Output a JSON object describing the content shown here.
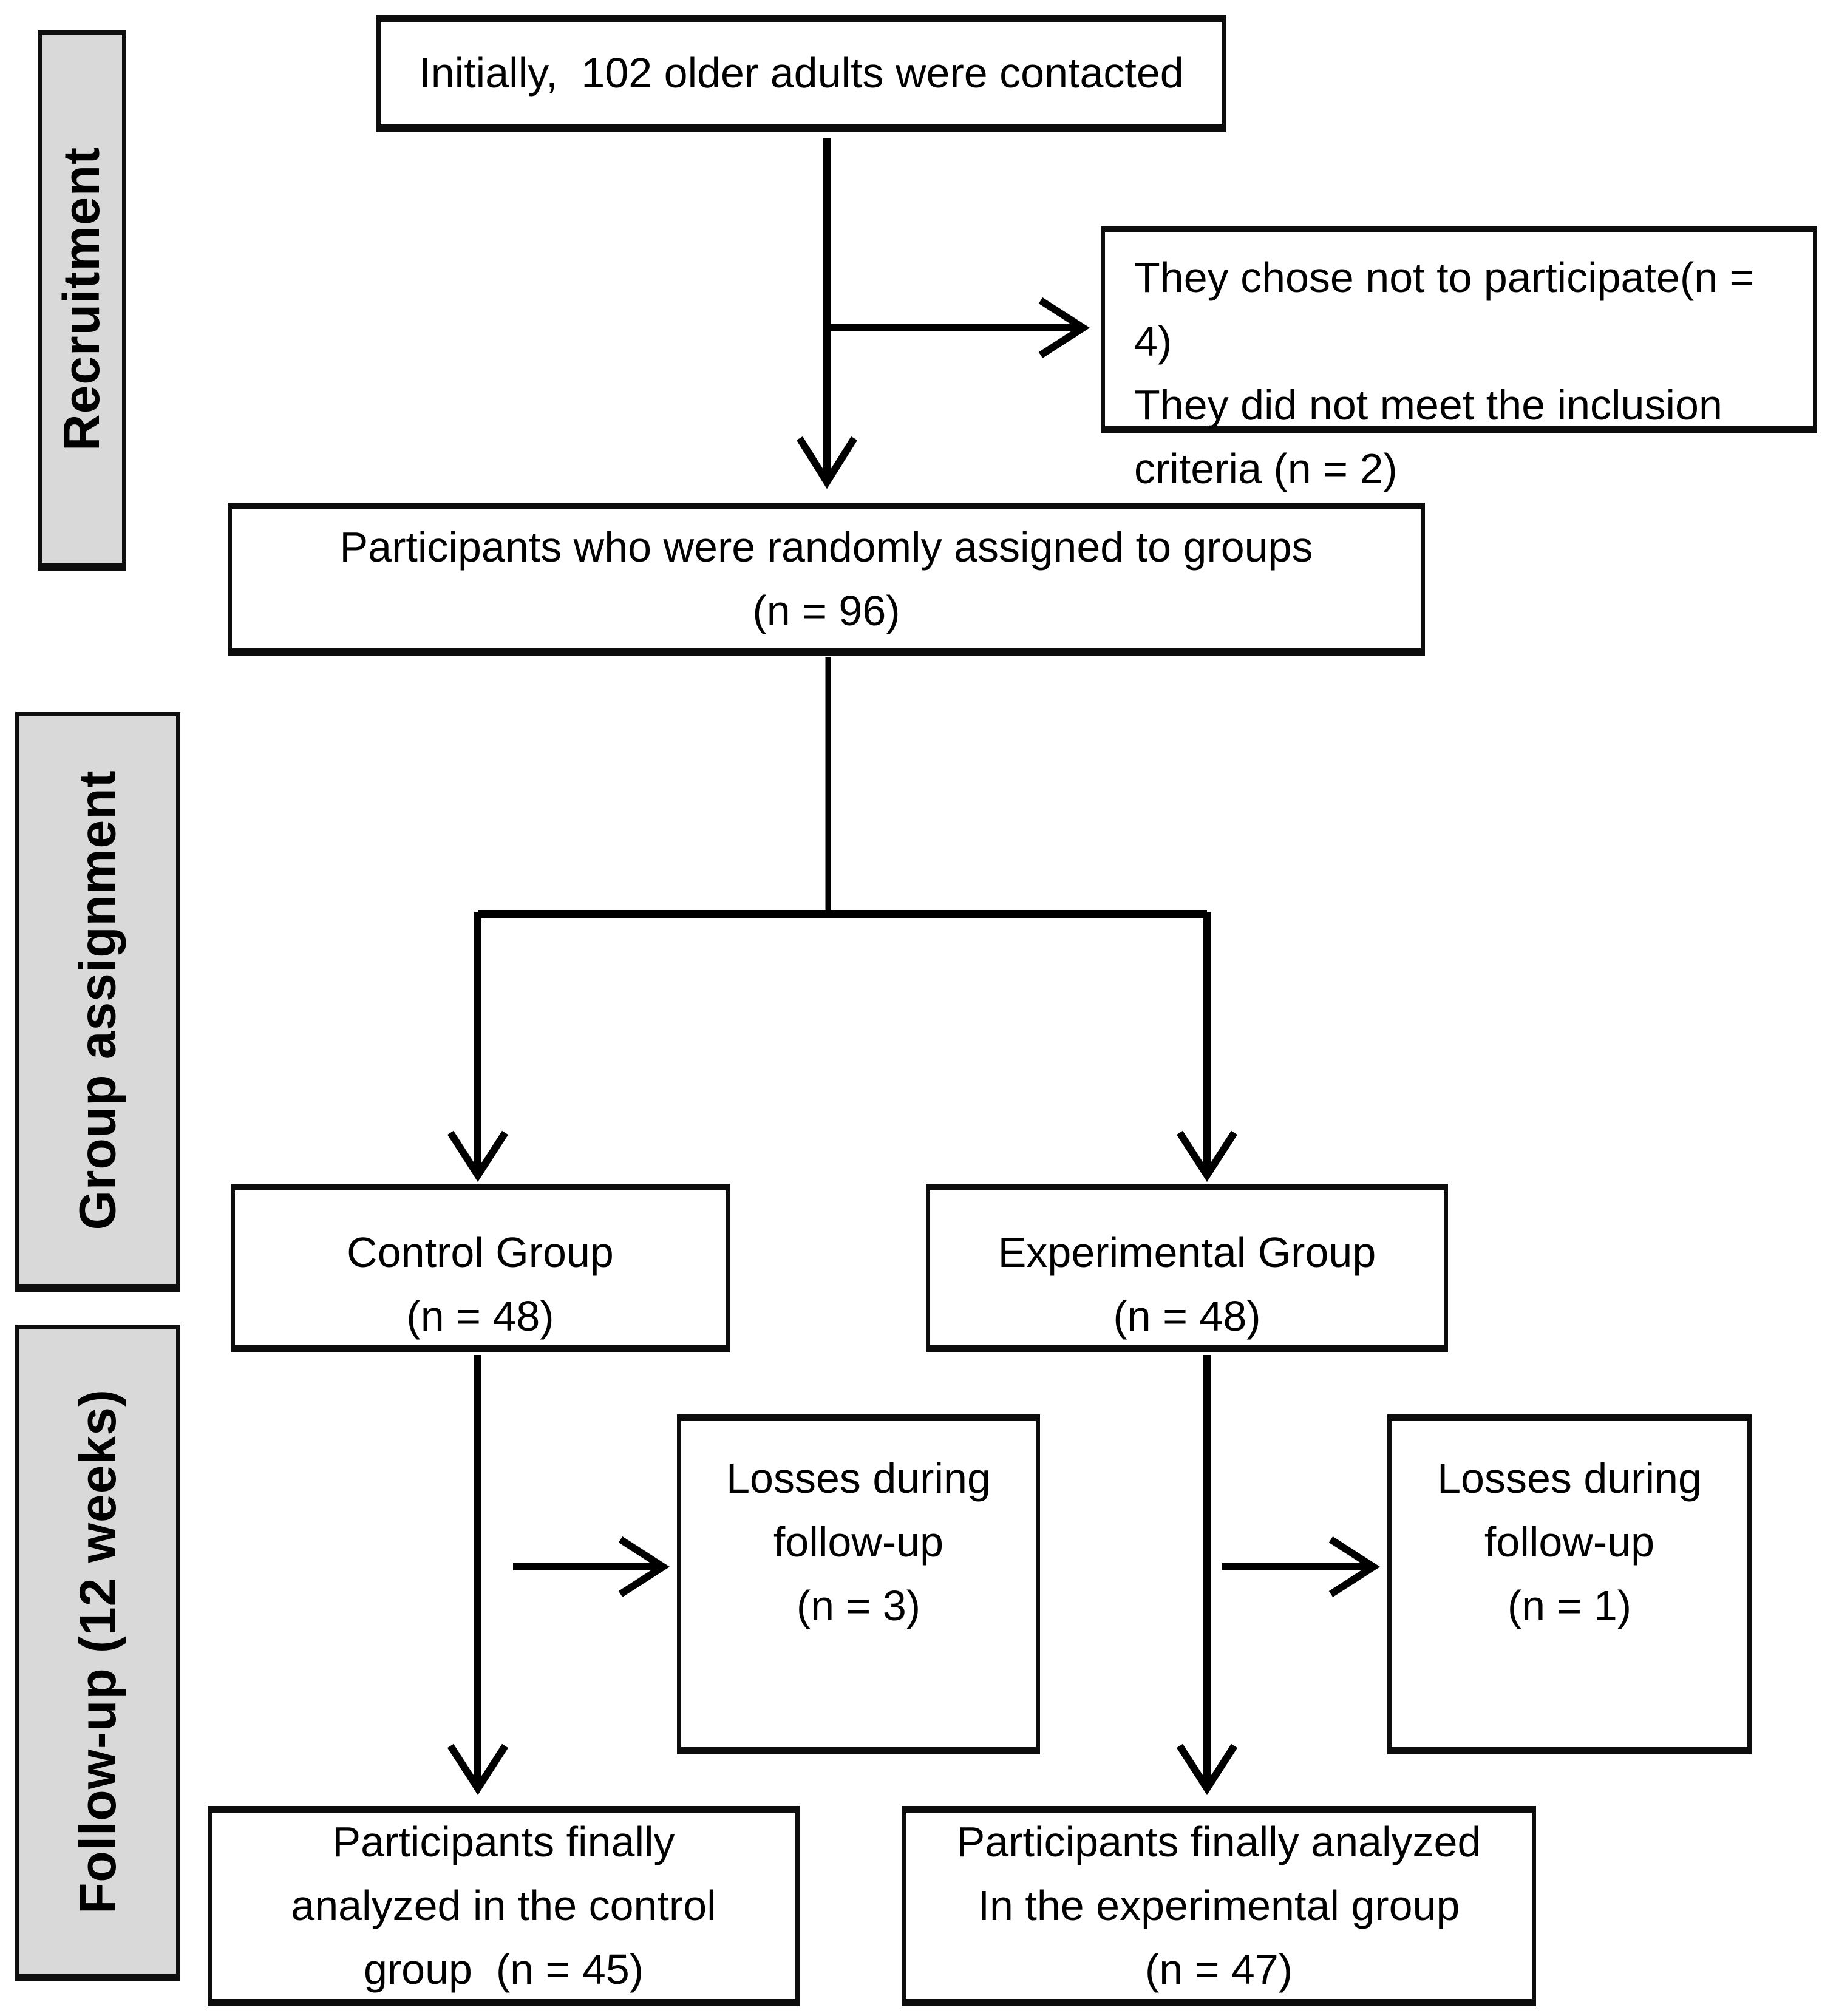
{
  "diagram": {
    "stages": {
      "recruitment": {
        "label": "Recruitment"
      },
      "group_assignment": {
        "label": "Group assignment"
      },
      "follow_up": {
        "label": "Follow-up (12 weeks)"
      }
    },
    "boxes": {
      "contacted": {
        "lines": [
          "Initially,  102 older adults were contacted"
        ]
      },
      "excluded": {
        "lines": [
          "They chose not to participate(n = 4)",
          "They did not meet the inclusion",
          "criteria (n = 2)"
        ]
      },
      "randomized": {
        "lines": [
          "Participants who were randomly assigned to groups",
          "(n = 96)"
        ]
      },
      "control": {
        "lines": [
          "Control Group",
          "(n = 48)"
        ]
      },
      "experimental": {
        "lines": [
          "Experimental Group",
          "(n = 48)"
        ]
      },
      "losses_control": {
        "lines": [
          "Losses during",
          "follow-up",
          "(n = 3)"
        ]
      },
      "losses_experimental": {
        "lines": [
          "Losses during",
          "follow-up",
          "(n = 1)"
        ]
      },
      "final_control": {
        "lines": [
          "Participants finally",
          "analyzed in the control",
          "group  (n = 45)"
        ]
      },
      "final_experimental": {
        "lines": [
          "Participants finally analyzed",
          "In the experimental group",
          "(n = 47)"
        ]
      }
    },
    "counts": {
      "contacted": 102,
      "declined": 4,
      "not_meeting_criteria": 2,
      "randomized": 96,
      "control": 48,
      "experimental": 48,
      "losses_control": 3,
      "losses_experimental": 1,
      "final_control": 45,
      "final_experimental": 47
    },
    "colors": {
      "stage_fill": "#d9d9d9",
      "border": "#0d0d0d",
      "text": "#000000",
      "background": "#ffffff"
    }
  }
}
